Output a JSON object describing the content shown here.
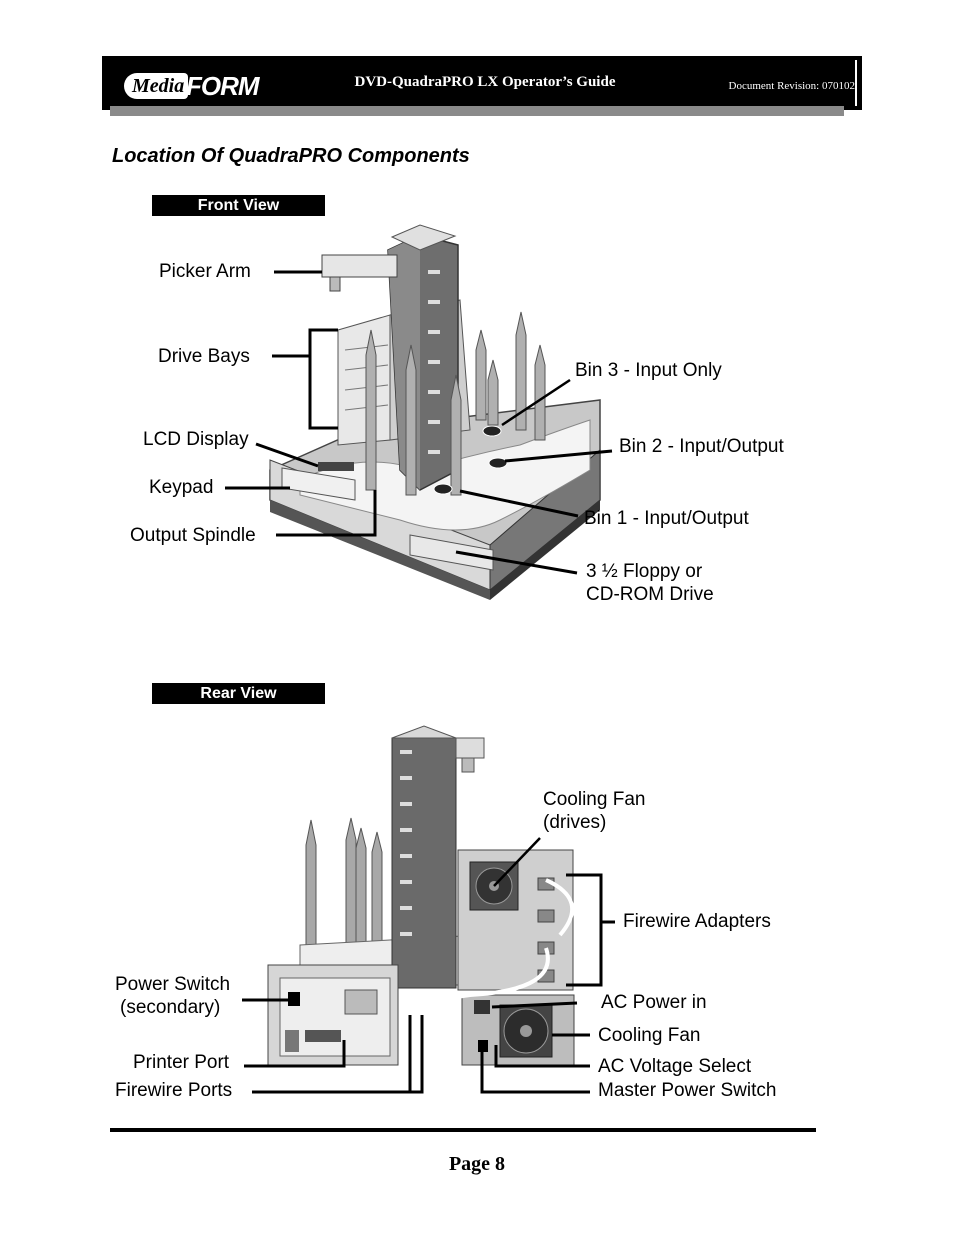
{
  "header": {
    "logo_media": "Media",
    "logo_form": "FORM",
    "title": "DVD-QuadraPRO LX Operator’s Guide",
    "revision": "Document Revision: 070102"
  },
  "section_title": "Location Of QuadraPRO Components",
  "front_view": {
    "tag": "Front View",
    "labels": {
      "picker_arm": "Picker Arm",
      "drive_bays": "Drive Bays",
      "lcd_display": "LCD Display",
      "keypad": "Keypad",
      "output_spindle": "Output Spindle",
      "bin3": "Bin 3 - Input Only",
      "bin2": "Bin 2 - Input/Output",
      "bin1": "Bin 1 - Input/Output",
      "floppy_line1": "3 ½ Floppy or",
      "floppy_line2": "CD-ROM Drive"
    }
  },
  "rear_view": {
    "tag": "Rear View",
    "labels": {
      "cooling_fan_drives_1": "Cooling Fan",
      "cooling_fan_drives_2": "(drives)",
      "firewire_adapters": "Firewire Adapters",
      "power_switch_1": "Power Switch",
      "power_switch_2": "(secondary)",
      "ac_power_in": "AC Power in",
      "cooling_fan": "Cooling Fan",
      "printer_port": "Printer Port",
      "ac_voltage_select": "AC Voltage Select",
      "firewire_ports": "Firewire Ports",
      "master_power_switch": "Master Power Switch"
    }
  },
  "footer": {
    "page": "Page 8"
  }
}
